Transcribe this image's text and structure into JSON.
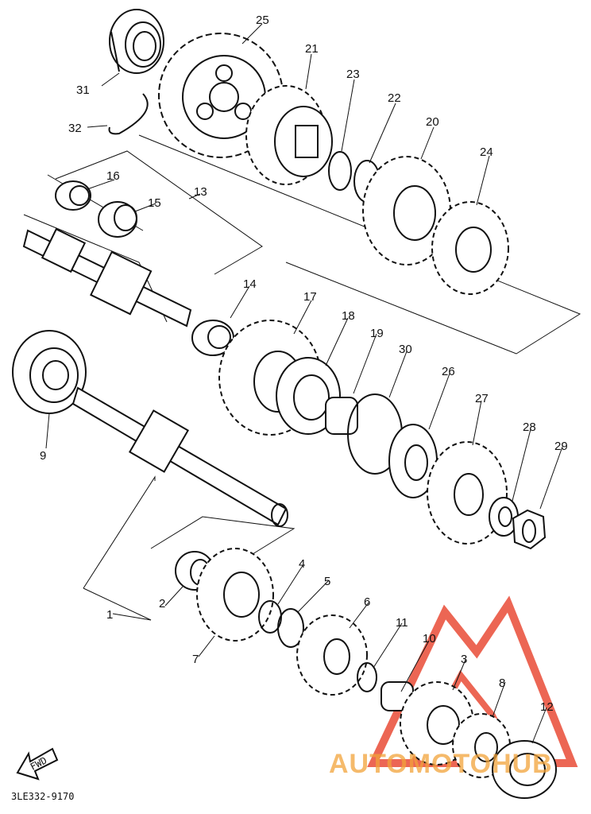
{
  "diagram": {
    "part_labels": [
      "1",
      "2",
      "3",
      "4",
      "5",
      "6",
      "7",
      "8",
      "9",
      "10",
      "11",
      "12",
      "13",
      "14",
      "15",
      "16",
      "17",
      "18",
      "19",
      "20",
      "21",
      "22",
      "23",
      "24",
      "25",
      "26",
      "27",
      "28",
      "29",
      "30",
      "31",
      "32"
    ],
    "drawing_code": "3LE332-9170",
    "fwd_arrow_text": "FWD",
    "watermark_text": "AUTOMOTOHUB",
    "watermark_color": "#e8402a",
    "ink_color": "#111111"
  }
}
